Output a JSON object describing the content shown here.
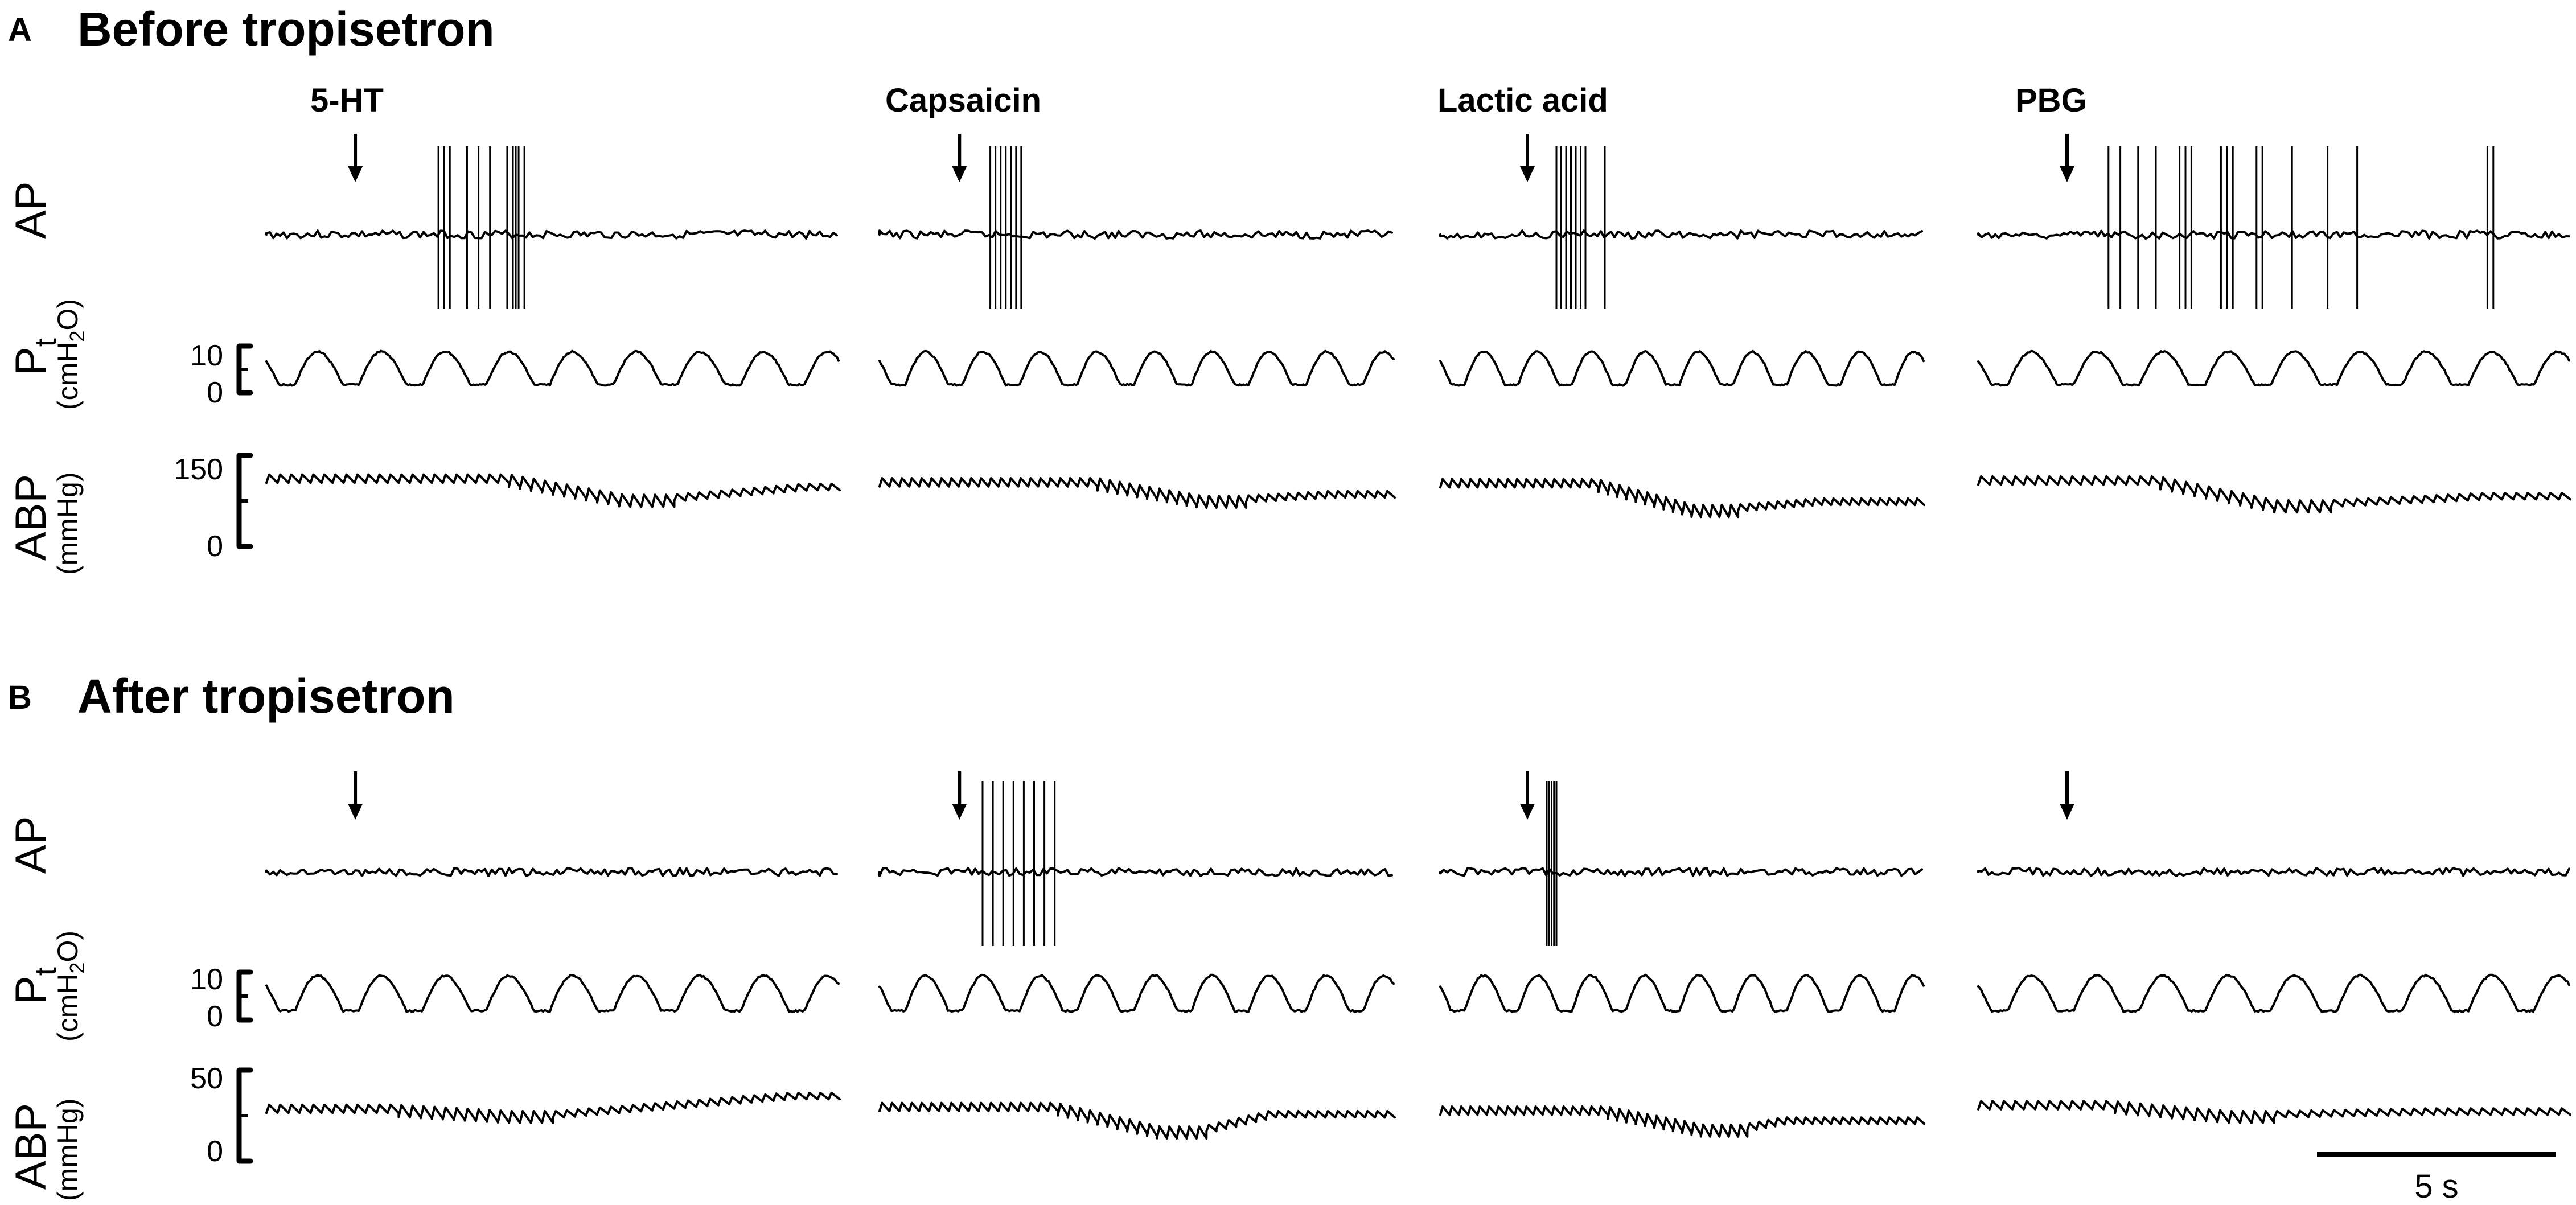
{
  "panels": [
    {
      "letter": "A",
      "title": "Before tropisetron",
      "abp_top_tick": "150",
      "stimuli": [
        {
          "label": "5-HT",
          "spikes": [
            0.3,
            0.31,
            0.32,
            0.35,
            0.37,
            0.39,
            0.42,
            0.44,
            0.45,
            0.435,
            0.43
          ]
        },
        {
          "label": "Capsaicin",
          "spikes": [
            0.215,
            0.225,
            0.235,
            0.245,
            0.255,
            0.265,
            0.275
          ]
        },
        {
          "label": "Lactic acid",
          "spikes": [
            0.24,
            0.25,
            0.26,
            0.27,
            0.28,
            0.29,
            0.3,
            0.34
          ]
        },
        {
          "label": "PBG",
          "spikes": [
            0.22,
            0.24,
            0.27,
            0.3,
            0.34,
            0.35,
            0.36,
            0.41,
            0.42,
            0.43,
            0.47,
            0.48,
            0.53,
            0.59,
            0.64,
            0.86,
            0.87
          ]
        }
      ],
      "abp": [
        {
          "pre": 0.78,
          "post": 0.68,
          "drop": 0.7,
          "recover": 0.78,
          "trough": 0.56
        },
        {
          "pre": 0.74,
          "post": 0.6,
          "drop": 0.7,
          "recover": 0.72,
          "trough": 0.55
        },
        {
          "pre": 0.73,
          "post": 0.52,
          "drop": 0.6,
          "recover": 0.62,
          "trough": 0.45
        },
        {
          "pre": 0.76,
          "post": 0.58,
          "drop": 0.58,
          "recover": 0.7,
          "trough": 0.5
        }
      ]
    },
    {
      "letter": "B",
      "title": "After tropisetron",
      "abp_top_tick": "50",
      "stimuli": [
        {
          "label": "",
          "spikes": []
        },
        {
          "label": "",
          "spikes": [
            0.2,
            0.22,
            0.24,
            0.26,
            0.28,
            0.3,
            0.32,
            0.34
          ]
        },
        {
          "label": "",
          "spikes": [
            0.22,
            0.225,
            0.23,
            0.235,
            0.24
          ]
        },
        {
          "label": "",
          "spikes": []
        }
      ],
      "abp": [
        {
          "pre": 0.62,
          "post": 0.75,
          "drop": 0.5,
          "recover": 0.75,
          "trough": 0.55
        },
        {
          "pre": 0.64,
          "post": 0.55,
          "drop": 0.62,
          "recover": 0.6,
          "trough": 0.38
        },
        {
          "pre": 0.6,
          "post": 0.48,
          "drop": 0.62,
          "recover": 0.55,
          "trough": 0.4
        },
        {
          "pre": 0.66,
          "post": 0.58,
          "drop": 0.5,
          "recover": 0.6,
          "trough": 0.55
        }
      ]
    }
  ],
  "channels": {
    "ap": "AP",
    "pt_main": "P",
    "pt_sub": "t",
    "pt_unit_a": "(cmH",
    "pt_unit_sub": "2",
    "pt_unit_b": "O)",
    "abp": "ABP",
    "abp_unit": "(mmHg)"
  },
  "ticks": {
    "pt_top": "10",
    "pt_bottom": "0",
    "abp_bottom": "0"
  },
  "scale_bar": {
    "label": "5 s"
  },
  "colors": {
    "ink": "#000000",
    "background": "#ffffff"
  }
}
